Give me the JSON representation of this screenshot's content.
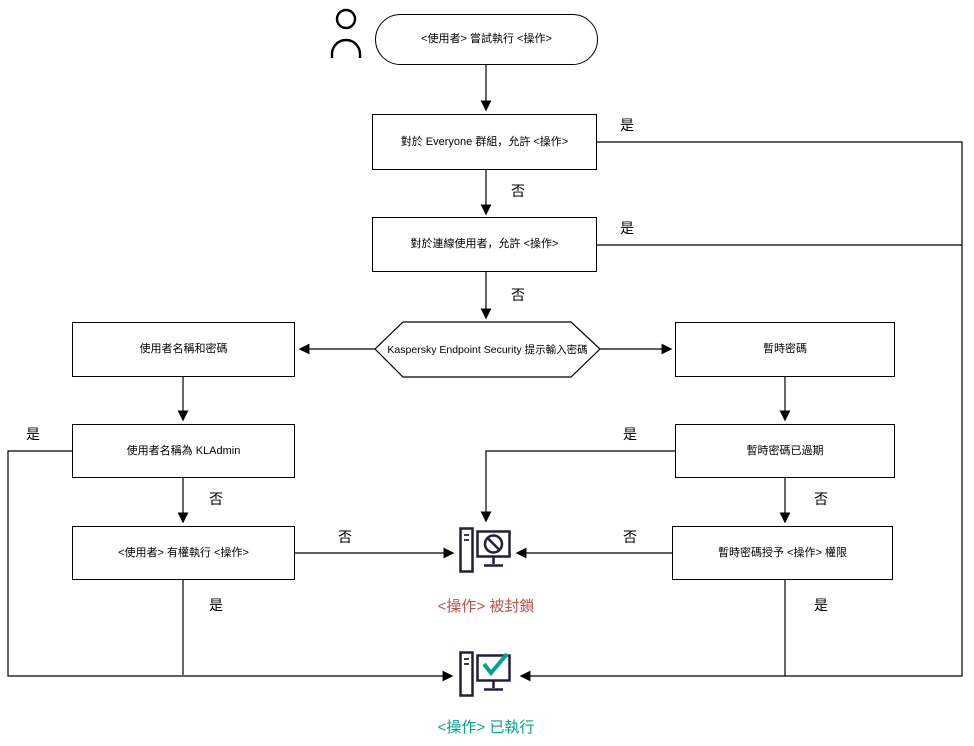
{
  "labels": {
    "yes": "是",
    "no": "否"
  },
  "nodes": {
    "start": "<使用者> 嘗試執行 <操作>",
    "everyone": "對於 Everyone 群組，允許 <操作>",
    "connected": "對於連線使用者，允許 <操作>",
    "prompt": "Kaspersky Endpoint Security 提示輸入密碼",
    "userpass": "使用者名稱和密碼",
    "kladmin": "使用者名稱為 KLAdmin",
    "userright": "<使用者> 有權執行 <操作>",
    "temppass": "暫時密碼",
    "tempexpired": "暫時密碼已過期",
    "tempgrant": "暫時密碼授予 <操作> 權限"
  },
  "results": {
    "blocked": "<操作> 被封鎖",
    "executed": "<操作> 已執行"
  },
  "icons": {
    "user": "user-icon",
    "blocked_computer": "computer-blocked-icon",
    "executed_computer": "computer-executed-icon"
  },
  "colors": {
    "line": "#000000",
    "node_border": "#000000",
    "icon_navy": "#1f1f3d",
    "blocked_text": "#b5524a",
    "executed_text": "#00a291"
  }
}
